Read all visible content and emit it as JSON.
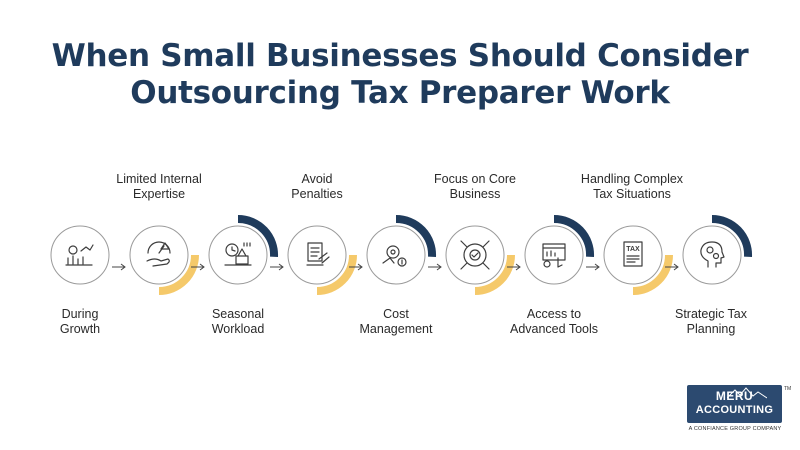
{
  "title": {
    "line1": "When Small Businesses Should Consider",
    "line2": "Outsourcing Tax Preparer Work"
  },
  "colors": {
    "title": "#1f3b5c",
    "arc_dark": "#1f3b5c",
    "arc_gold": "#f5c96a",
    "icon": "#3d3d3d"
  },
  "steps": [
    {
      "label_line1": "During",
      "label_line2": "Growth",
      "position": "bottom",
      "arc": "none",
      "icon": "money-growth-icon"
    },
    {
      "label_line1": "Limited Internal",
      "label_line2": "Expertise",
      "position": "top",
      "arc": "gold-bottom",
      "icon": "gauge-hand-icon"
    },
    {
      "label_line1": "Seasonal",
      "label_line2": "Workload",
      "position": "bottom",
      "arc": "dark-top",
      "icon": "clock-workload-icon"
    },
    {
      "label_line1": "Avoid",
      "label_line2": "Penalties",
      "position": "top",
      "arc": "gold-bottom",
      "icon": "document-gavel-icon"
    },
    {
      "label_line1": "Cost",
      "label_line2": "Management",
      "position": "bottom",
      "arc": "dark-top",
      "icon": "cost-gear-icon"
    },
    {
      "label_line1": "Focus on Core",
      "label_line2": "Business",
      "position": "top",
      "arc": "gold-bottom",
      "icon": "focus-target-icon"
    },
    {
      "label_line1": "Access to",
      "label_line2": "Advanced Tools",
      "position": "bottom",
      "arc": "dark-top",
      "icon": "advanced-tools-icon"
    },
    {
      "label_line1": "Handling Complex",
      "label_line2": "Tax Situations",
      "position": "top",
      "arc": "gold-bottom",
      "icon": "tax-document-icon"
    },
    {
      "label_line1": "Strategic Tax",
      "label_line2": "Planning",
      "position": "bottom",
      "arc": "dark-top",
      "icon": "head-gears-icon"
    }
  ],
  "logo": {
    "line1": "MERU",
    "line2": "ACCOUNTING",
    "tm": "TM",
    "tagline": "A CONFIANCE GROUP COMPANY"
  }
}
